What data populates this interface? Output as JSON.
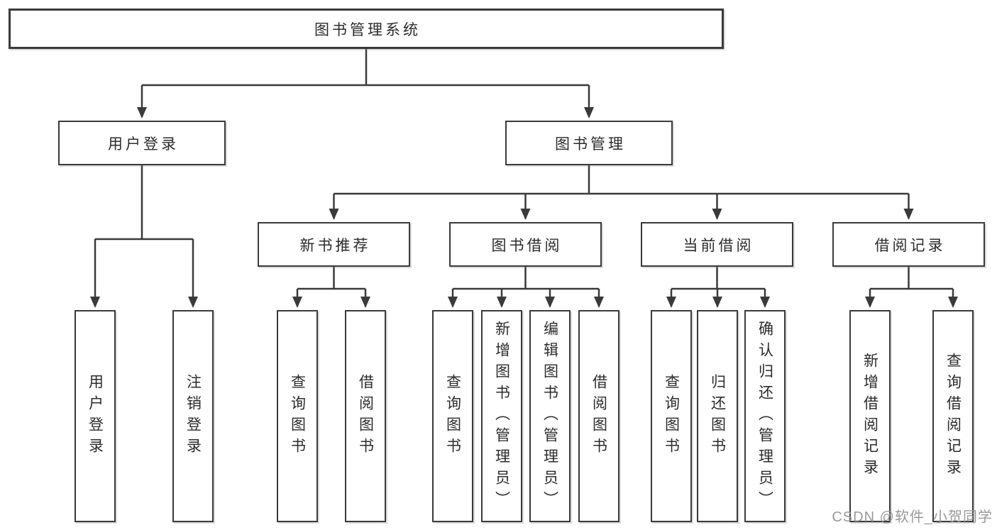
{
  "tree": {
    "root": {
      "label": "图书管理系统"
    },
    "branches": [
      {
        "label": "用户登录",
        "children": [
          {
            "label": "用户登录"
          },
          {
            "label": "注销登录"
          }
        ]
      },
      {
        "label": "图书管理",
        "children": [
          {
            "label": "新书推荐",
            "children": [
              {
                "label": "查询图书"
              },
              {
                "label": "借阅图书"
              }
            ]
          },
          {
            "label": "图书借阅",
            "children": [
              {
                "label": "查询图书"
              },
              {
                "label": "新增图书（管理员）"
              },
              {
                "label": "编辑图书（管理员）"
              },
              {
                "label": "借阅图书"
              }
            ]
          },
          {
            "label": "当前借阅",
            "children": [
              {
                "label": "查询图书"
              },
              {
                "label": "归还图书"
              },
              {
                "label": "确认归还（管理员）"
              }
            ]
          },
          {
            "label": "借阅记录",
            "children": [
              {
                "label": "新增借阅记录"
              },
              {
                "label": "查询借阅记录"
              }
            ]
          }
        ]
      }
    ]
  },
  "watermark": {
    "text": "CSDN @软件_小贺同学"
  },
  "colors": {
    "line": "#3a3a3a",
    "box_border": "#3a3a3a",
    "text": "#2b2b2b",
    "watermark": "#949494",
    "background": "#ffffff"
  }
}
